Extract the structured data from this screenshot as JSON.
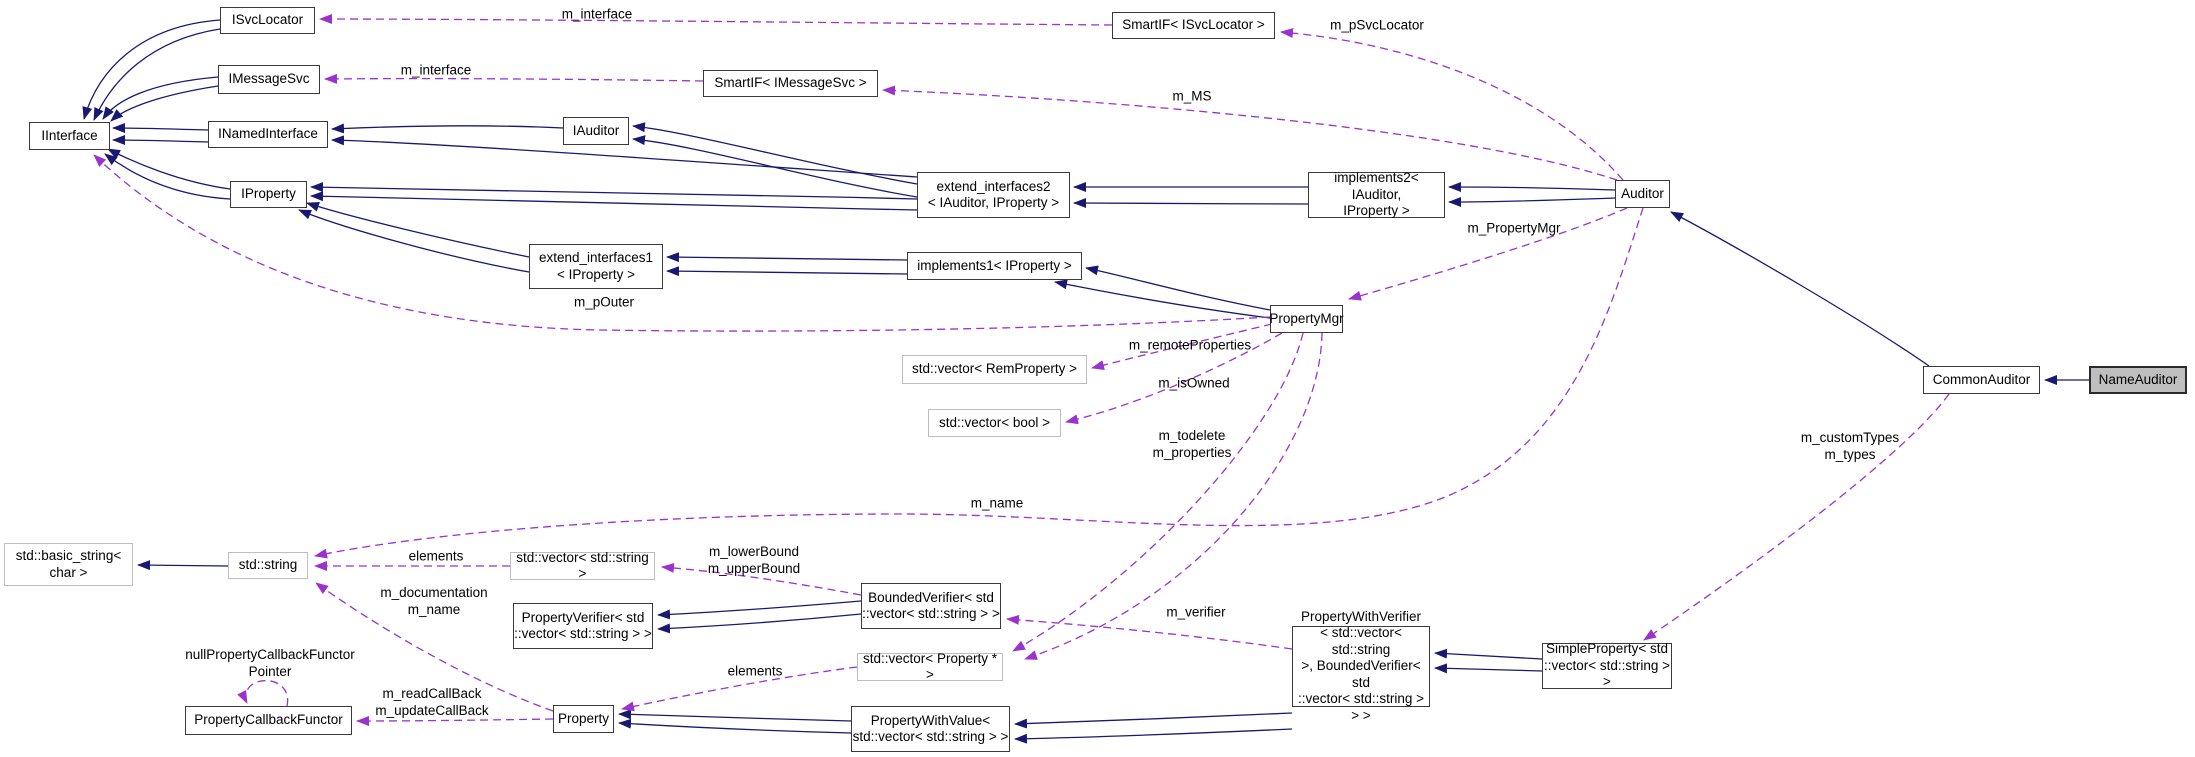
{
  "diagram": {
    "kind": "doxygen-collaboration-graph",
    "highlighted_node": "NameAuditor"
  },
  "colors": {
    "inheritance_edge": "#191970",
    "usage_edge": "#9a32cd",
    "node_border": "#3a3a3a",
    "external_node_border": "#bdbdbd",
    "highlight_fill": "#bfbfbf",
    "background": "#ffffff",
    "text": "#000000"
  },
  "nodes": {
    "iinterface": {
      "label": "IInterface"
    },
    "isvclocator": {
      "label": "ISvcLocator"
    },
    "imessagesvc": {
      "label": "IMessageSvc"
    },
    "inamedinterface": {
      "label": "INamedInterface"
    },
    "iproperty": {
      "label": "IProperty"
    },
    "iauditor": {
      "label": "IAuditor"
    },
    "smartif_isvclocator": {
      "label": "SmartIF< ISvcLocator >"
    },
    "smartif_imessagesvc": {
      "label": "SmartIF< IMessageSvc >"
    },
    "extend_interfaces2": {
      "label": "extend_interfaces2\n< IAuditor, IProperty >"
    },
    "implements2": {
      "label": "implements2< IAuditor,\nIProperty >"
    },
    "auditor": {
      "label": "Auditor"
    },
    "extend_interfaces1": {
      "label": "extend_interfaces1\n< IProperty >"
    },
    "implements1": {
      "label": "implements1< IProperty >"
    },
    "propertymgr": {
      "label": "PropertyMgr"
    },
    "vector_remproperty": {
      "label": "std::vector< RemProperty >"
    },
    "vector_bool": {
      "label": "std::vector< bool >"
    },
    "commonauditor": {
      "label": "CommonAuditor"
    },
    "nameauditor": {
      "label": "NameAuditor"
    },
    "basic_string": {
      "label": "std::basic_string<\nchar >"
    },
    "std_string": {
      "label": "std::string"
    },
    "vector_string": {
      "label": "std::vector< std::string >"
    },
    "propertyverifier": {
      "label": "PropertyVerifier< std\n::vector< std::string > >"
    },
    "boundedverifier": {
      "label": "BoundedVerifier< std\n::vector< std::string > >"
    },
    "vector_property_ptr": {
      "label": "std::vector< Property * >"
    },
    "propertywithverifier": {
      "label": "PropertyWithVerifier\n< std::vector< std::string\n>, BoundedVerifier< std\n::vector< std::string > > >"
    },
    "simpleproperty": {
      "label": "SimpleProperty< std\n::vector< std::string > >"
    },
    "propertycallbackfunctor": {
      "label": "PropertyCallbackFunctor"
    },
    "property": {
      "label": "Property"
    },
    "propertywithvalue": {
      "label": "PropertyWithValue<\nstd::vector< std::string > >"
    }
  },
  "edge_labels": {
    "m_interface_svc": "m_interface",
    "m_psvclocator": "m_pSvcLocator",
    "m_interface_msg": "m_interface",
    "m_ms": "m_MS",
    "m_propertymgr": "m_PropertyMgr",
    "m_pouter": "m_pOuter",
    "m_remoteproperties": "m_remoteProperties",
    "m_isowned": "m_isOwned",
    "m_todelete_properties": "m_todelete\nm_properties",
    "m_name_auditor": "m_name",
    "m_customtypes_types": "m_customTypes\nm_types",
    "elements_string": "elements",
    "m_lower_upper": "m_lowerBound\nm_upperBound",
    "m_doc_name": "m_documentation\nm_name",
    "null_pcf_pointer": "nullPropertyCallbackFunctor\nPointer",
    "m_read_update": "m_readCallBack\nm_updateCallBack",
    "elements_property": "elements",
    "m_verifier": "m_verifier"
  },
  "edges": [
    {
      "from": "NameAuditor",
      "to": "CommonAuditor",
      "type": "inheritance"
    },
    {
      "from": "CommonAuditor",
      "to": "Auditor",
      "type": "inheritance"
    },
    {
      "from": "Auditor",
      "to": "implements2< IAuditor, IProperty >",
      "type": "inheritance"
    },
    {
      "from": "implements2< IAuditor, IProperty >",
      "to": "extend_interfaces2< IAuditor, IProperty >",
      "type": "inheritance"
    },
    {
      "from": "extend_interfaces2< IAuditor, IProperty >",
      "to": "IAuditor",
      "type": "inheritance"
    },
    {
      "from": "extend_interfaces2< IAuditor, IProperty >",
      "to": "IProperty",
      "type": "inheritance"
    },
    {
      "from": "extend_interfaces2< IAuditor, IProperty >",
      "to": "INamedInterface",
      "type": "inheritance"
    },
    {
      "from": "IAuditor",
      "to": "INamedInterface",
      "type": "inheritance"
    },
    {
      "from": "ISvcLocator",
      "to": "IInterface",
      "type": "inheritance"
    },
    {
      "from": "IMessageSvc",
      "to": "IInterface",
      "type": "inheritance"
    },
    {
      "from": "INamedInterface",
      "to": "IInterface",
      "type": "inheritance"
    },
    {
      "from": "IProperty",
      "to": "IInterface",
      "type": "inheritance"
    },
    {
      "from": "extend_interfaces1< IProperty >",
      "to": "IProperty",
      "type": "inheritance"
    },
    {
      "from": "implements1< IProperty >",
      "to": "extend_interfaces1< IProperty >",
      "type": "inheritance"
    },
    {
      "from": "PropertyMgr",
      "to": "implements1< IProperty >",
      "type": "inheritance"
    },
    {
      "from": "std::string",
      "to": "std::basic_string< char >",
      "type": "inheritance"
    },
    {
      "from": "BoundedVerifier< std::vector< std::string > >",
      "to": "PropertyVerifier< std::vector< std::string > >",
      "type": "inheritance"
    },
    {
      "from": "PropertyWithValue< std::vector< std::string > >",
      "to": "Property",
      "type": "inheritance"
    },
    {
      "from": "PropertyWithVerifier< std::vector< std::string >, BoundedVerifier< std::vector< std::string > > >",
      "to": "PropertyWithValue< std::vector< std::string > >",
      "type": "inheritance"
    },
    {
      "from": "SimpleProperty< std::vector< std::string > >",
      "to": "PropertyWithVerifier< std::vector< std::string >, BoundedVerifier< std::vector< std::string > > >",
      "type": "inheritance"
    },
    {
      "from": "SmartIF< ISvcLocator >",
      "to": "ISvcLocator",
      "type": "usage",
      "label": "m_interface"
    },
    {
      "from": "Auditor",
      "to": "SmartIF< ISvcLocator >",
      "type": "usage",
      "label": "m_pSvcLocator"
    },
    {
      "from": "SmartIF< IMessageSvc >",
      "to": "IMessageSvc",
      "type": "usage",
      "label": "m_interface"
    },
    {
      "from": "Auditor",
      "to": "SmartIF< IMessageSvc >",
      "type": "usage",
      "label": "m_MS"
    },
    {
      "from": "Auditor",
      "to": "PropertyMgr",
      "type": "usage",
      "label": "m_PropertyMgr"
    },
    {
      "from": "Auditor",
      "to": "std::string",
      "type": "usage",
      "label": "m_name"
    },
    {
      "from": "PropertyMgr",
      "to": "std::vector< RemProperty >",
      "type": "usage",
      "label": "m_remoteProperties"
    },
    {
      "from": "PropertyMgr",
      "to": "std::vector< bool >",
      "type": "usage",
      "label": "m_isOwned"
    },
    {
      "from": "PropertyMgr",
      "to": "std::vector< Property * >",
      "type": "usage",
      "label": "m_todelete m_properties"
    },
    {
      "from": "PropertyMgr",
      "to": "IInterface",
      "type": "usage",
      "label": "m_pOuter"
    },
    {
      "from": "std::vector< std::string >",
      "to": "std::string",
      "type": "usage",
      "label": "elements"
    },
    {
      "from": "BoundedVerifier< std::vector< std::string > >",
      "to": "std::vector< std::string >",
      "type": "usage",
      "label": "m_lowerBound m_upperBound"
    },
    {
      "from": "Property",
      "to": "std::string",
      "type": "usage",
      "label": "m_documentation m_name"
    },
    {
      "from": "Property",
      "to": "PropertyCallbackFunctor",
      "type": "usage",
      "label": "m_readCallBack m_updateCallBack"
    },
    {
      "from": "PropertyCallbackFunctor",
      "to": "PropertyCallbackFunctor",
      "type": "usage",
      "label": "nullPropertyCallbackFunctorPointer"
    },
    {
      "from": "std::vector< Property * >",
      "to": "Property",
      "type": "usage",
      "label": "elements"
    },
    {
      "from": "PropertyWithVerifier< std::vector< std::string >, BoundedVerifier< std::vector< std::string > > >",
      "to": "BoundedVerifier< std::vector< std::string > >",
      "type": "usage",
      "label": "m_verifier"
    },
    {
      "from": "CommonAuditor",
      "to": "SimpleProperty< std::vector< std::string > >",
      "type": "usage",
      "label": "m_customTypes m_types"
    }
  ]
}
